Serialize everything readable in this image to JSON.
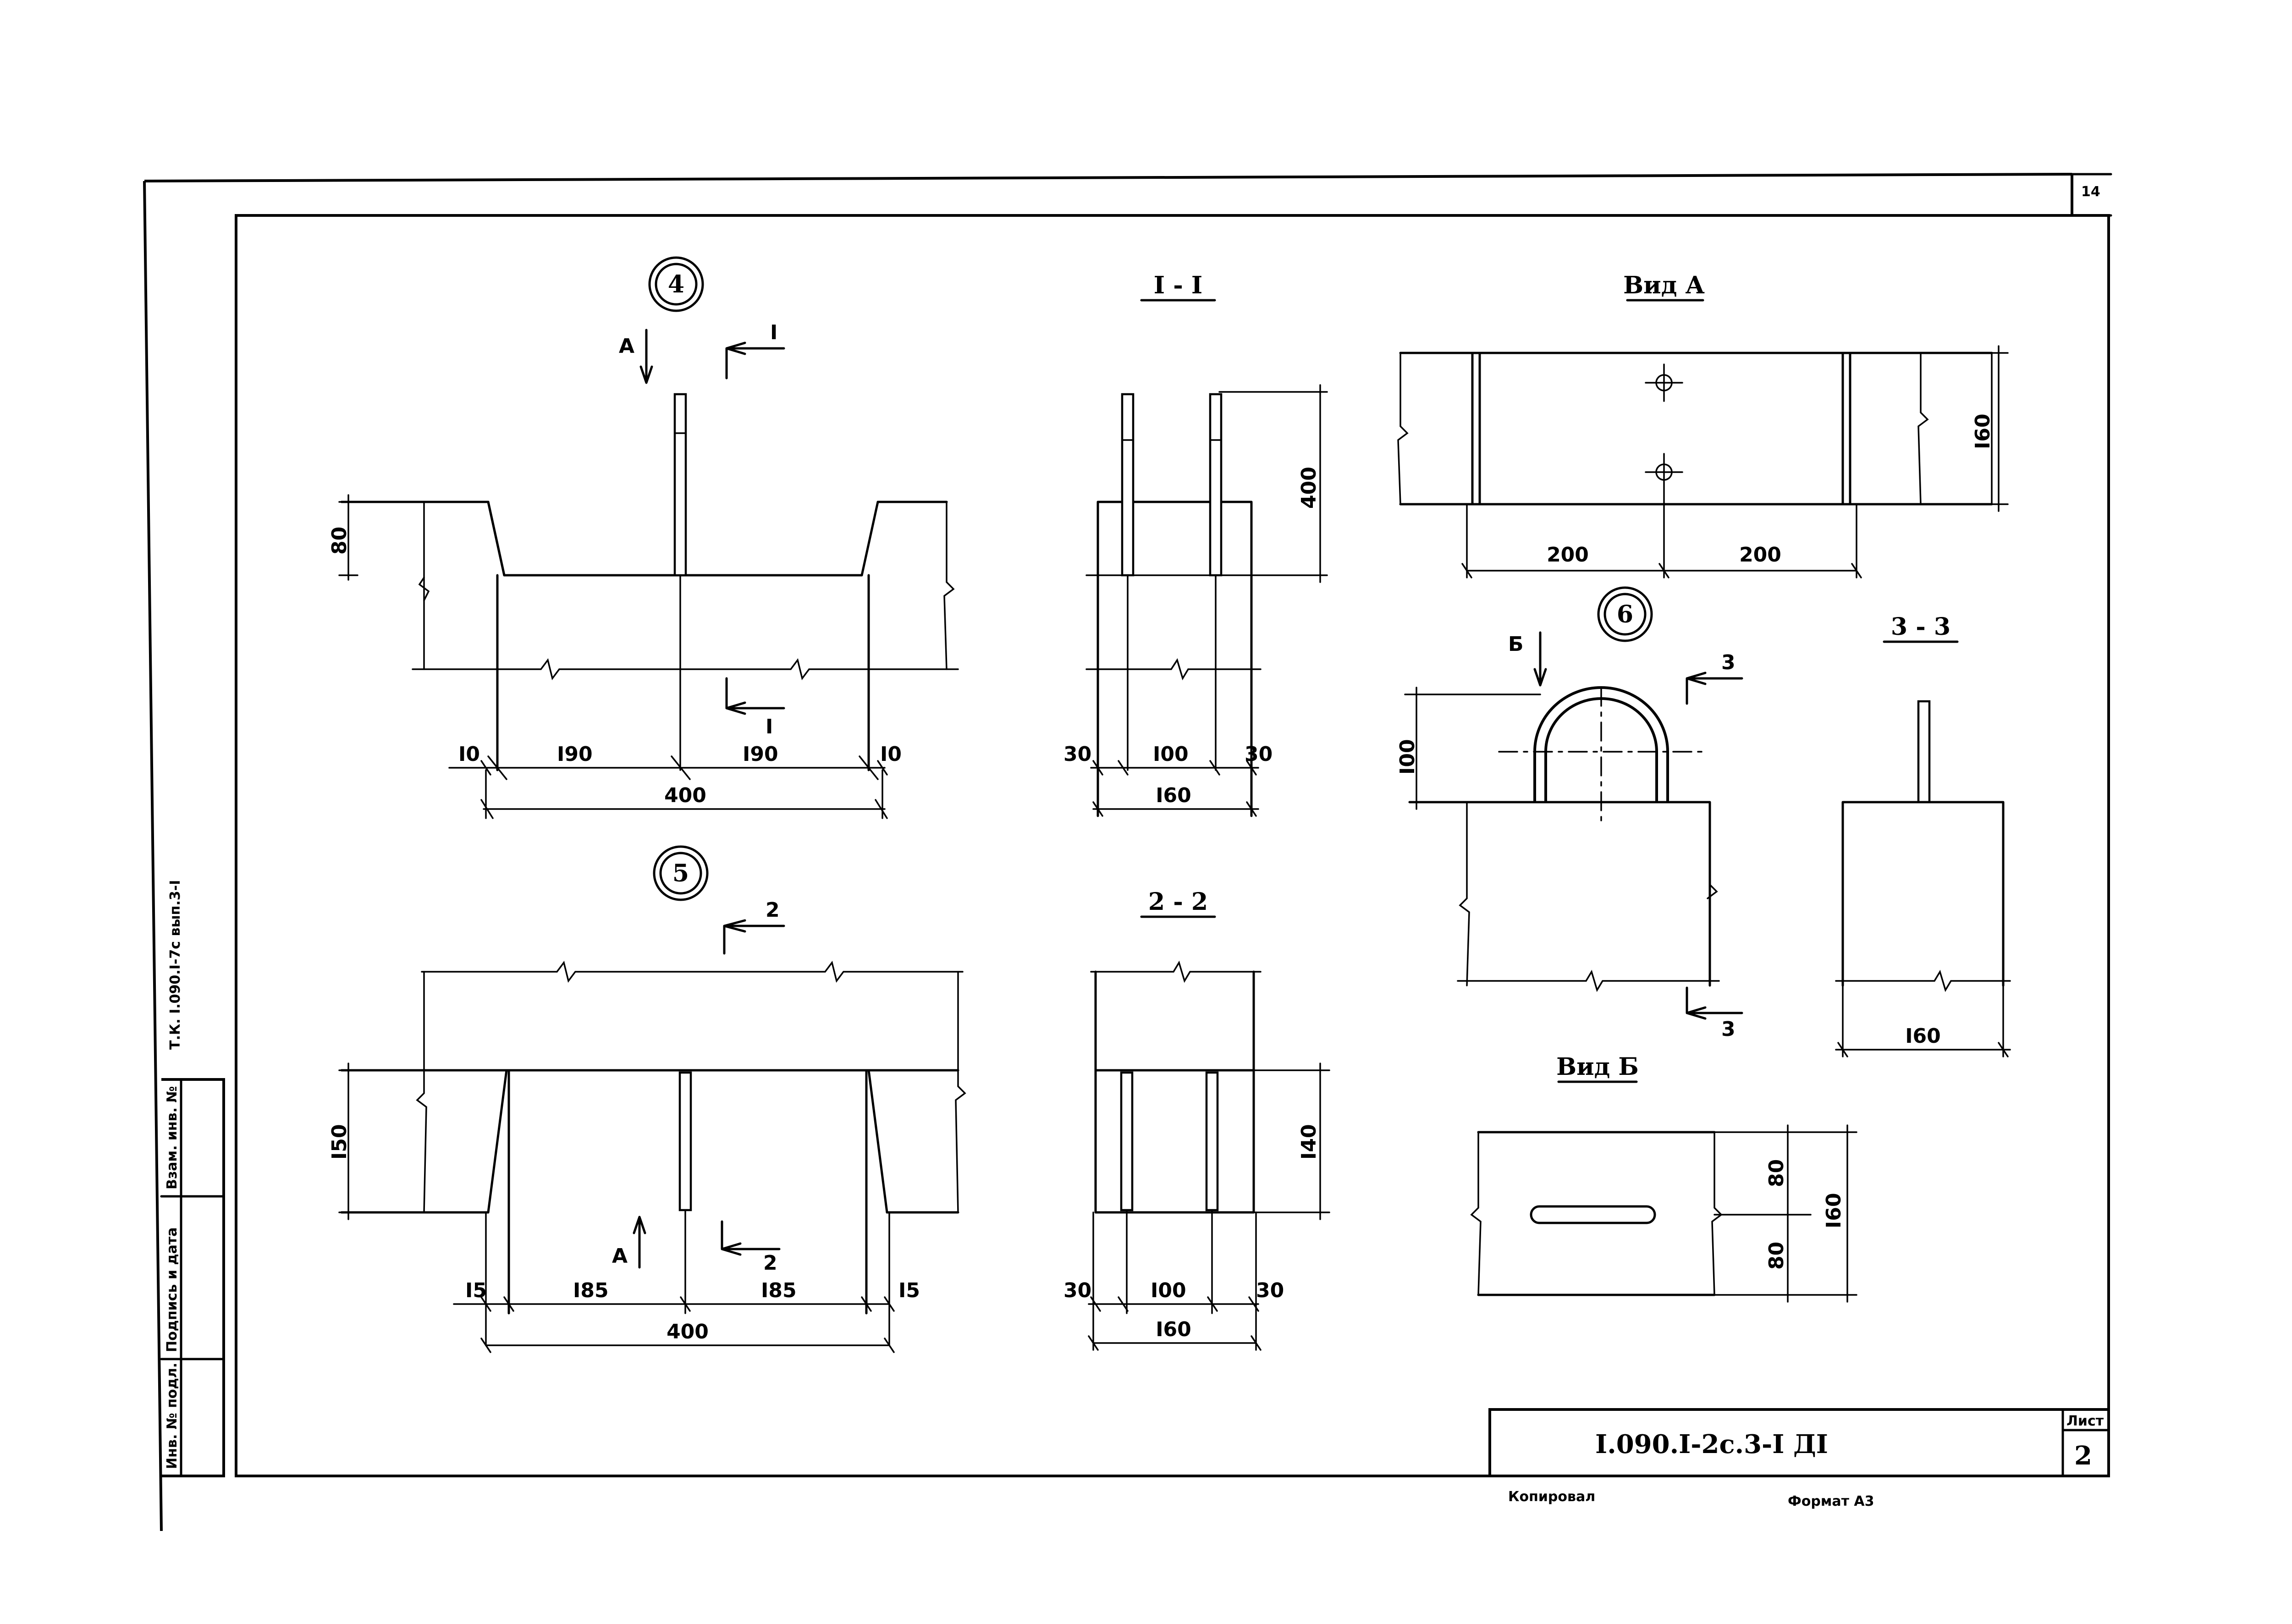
{
  "sheet": {
    "corner_number": "14",
    "side_code": "Т.К. I.090.I-7c вып.3-I",
    "stamp_cells": [
      "Инв. № подл.",
      "Подпись и дата",
      "Взам. инв. №"
    ],
    "title_code": "I.090.I-2с.3-I ДI",
    "sheet_label": "Лист",
    "sheet_number": "2",
    "copied_by": "Копировал",
    "format": "Формат А3"
  },
  "detail4": {
    "marker": "4",
    "view_arrow": "А",
    "section_top": "I",
    "section_bottom": "I",
    "dim_height": "80",
    "dims_bottom": [
      "I0",
      "I90",
      "I90",
      "I0"
    ],
    "dim_total": "400"
  },
  "section1": {
    "title": "I - I",
    "dim_height": "400",
    "dims_bottom": [
      "30",
      "I00",
      "30"
    ],
    "dim_total": "I60"
  },
  "viewA": {
    "title": "Вид А",
    "dim_height": "I60",
    "dims_bottom": [
      "200",
      "200"
    ]
  },
  "detail5": {
    "marker": "5",
    "view_arrow": "А",
    "section_top": "2",
    "section_bottom": "2",
    "dim_height": "I50",
    "dims_bottom": [
      "I5",
      "I85",
      "I85",
      "I5"
    ],
    "dim_total": "400"
  },
  "section2": {
    "title": "2 - 2",
    "dim_height": "I40",
    "dims_bottom": [
      "30",
      "I00",
      "30"
    ],
    "dim_total": "I60"
  },
  "detail6": {
    "marker": "6",
    "view_arrow": "Б",
    "section_top": "3",
    "section_bottom": "3",
    "dim_height": "I00"
  },
  "section3": {
    "title": "3 - 3",
    "dim_total": "I60"
  },
  "viewB": {
    "title": "Вид Б",
    "dims_right": [
      "80",
      "80"
    ],
    "dim_total": "I60"
  }
}
